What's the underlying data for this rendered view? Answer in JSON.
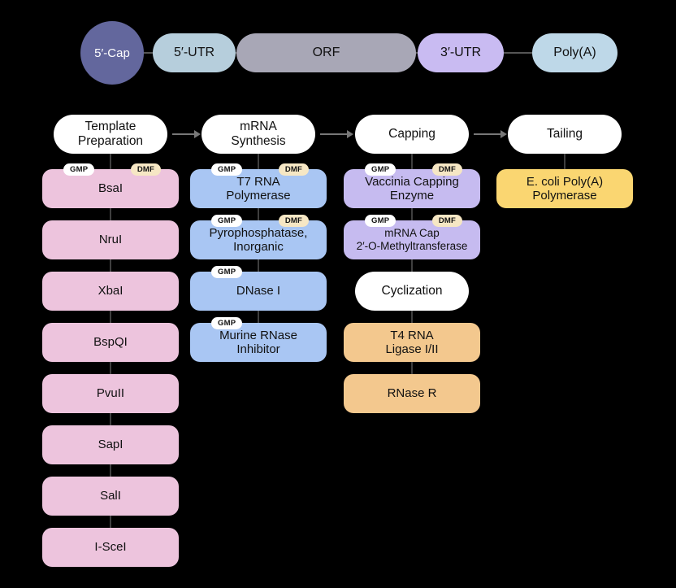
{
  "structure": {
    "cap": "5′-Cap",
    "utr5": "5′-UTR",
    "orf": "ORF",
    "utr3": "3′-UTR",
    "polya": "Poly(A)"
  },
  "badges": {
    "gmp": "GMP",
    "dmf": "DMF"
  },
  "columns": [
    {
      "header": "Template\nPreparation",
      "items": [
        {
          "label": "BsaI",
          "gmp": true,
          "dmf": true
        },
        {
          "label": "NruI"
        },
        {
          "label": "XbaI"
        },
        {
          "label": "BspQI"
        },
        {
          "label": "PvuII"
        },
        {
          "label": "SapI"
        },
        {
          "label": "SalI"
        },
        {
          "label": "I-SceI"
        }
      ]
    },
    {
      "header": "mRNA\nSynthesis",
      "items": [
        {
          "label": "T7 RNA\nPolymerase",
          "gmp": true,
          "dmf": true
        },
        {
          "label": "Pyrophosphatase,\nInorganic",
          "gmp": true,
          "dmf": true
        },
        {
          "label": "DNase I",
          "gmp": true
        },
        {
          "label": "Murine RNase\nInhibitor",
          "gmp": true
        }
      ]
    },
    {
      "header": "Capping",
      "items": [
        {
          "label": "Vaccinia Capping\nEnzyme",
          "gmp": true,
          "dmf": true
        },
        {
          "label": "mRNA Cap\n2′-O-Methyltransferase",
          "gmp": true,
          "dmf": true
        },
        {
          "label": "Cyclization",
          "type": "subheader"
        },
        {
          "label": "T4 RNA\nLigase I/II"
        },
        {
          "label": "RNase R"
        }
      ]
    },
    {
      "header": "Tailing",
      "items": [
        {
          "label": "E. coli Poly(A)\nPolymerase"
        }
      ]
    }
  ],
  "colors": {
    "background": "#000000",
    "cap": "#63679d",
    "utr5": "#b6cedc",
    "orf": "#a8a7b6",
    "utr3": "#c9bbf2",
    "polya": "#bed8e8",
    "template_box": "#edc4dd",
    "synthesis_box": "#a9c6f3",
    "capping_box": "#c6bbf0",
    "ligation_box": "#f3c88e",
    "tailing_box": "#fad671",
    "header_bg": "#ffffff",
    "gmp_badge": "#ffffff",
    "dmf_badge": "#f6e7c4",
    "connector": "#3f3f3f"
  }
}
